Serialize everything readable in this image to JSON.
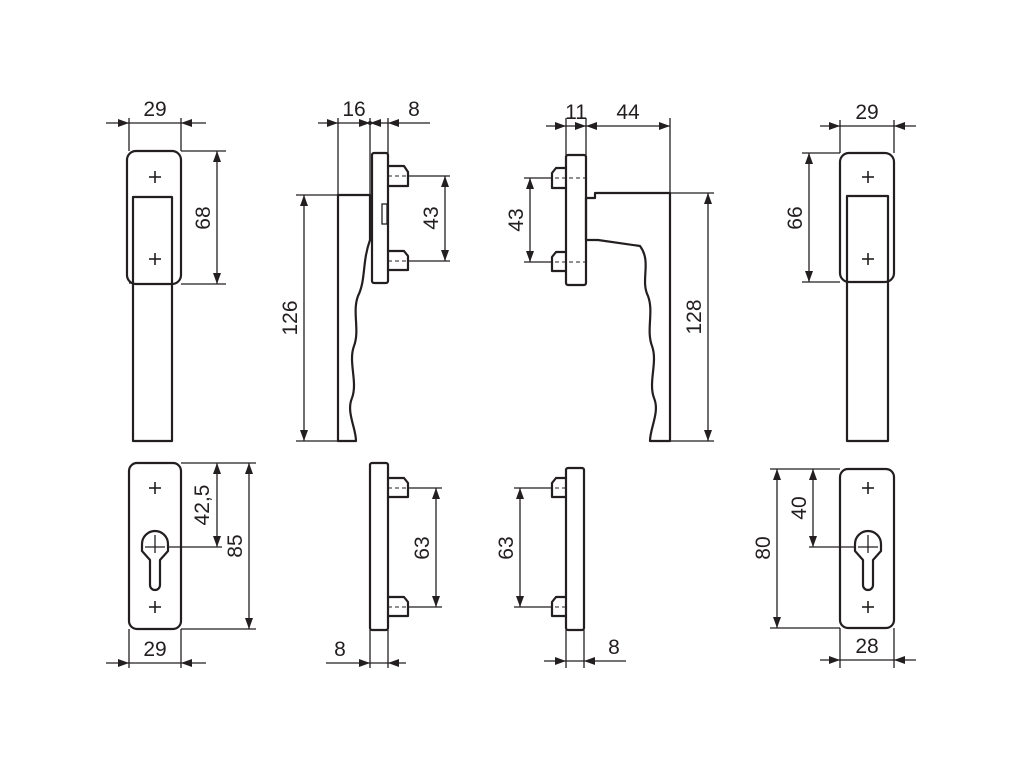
{
  "dimensions": {
    "view1_top_width": "29",
    "view1_top_height": "68",
    "view2_top_depth_a": "16",
    "view2_top_depth_b": "8",
    "view2_top_spacing": "43",
    "view2_top_length": "126",
    "view3_top_depth_a": "11",
    "view3_top_depth_b": "44",
    "view3_top_spacing": "43",
    "view3_top_length": "128",
    "view4_top_width": "29",
    "view4_top_height": "66",
    "plate1_height_partial": "42,5",
    "plate1_height": "85",
    "plate1_width": "29",
    "plate2_spacing": "63",
    "plate2_depth": "8",
    "plate3_spacing": "63",
    "plate3_depth": "8",
    "plate4_height": "80",
    "plate4_height_partial": "40",
    "plate4_width": "28"
  }
}
